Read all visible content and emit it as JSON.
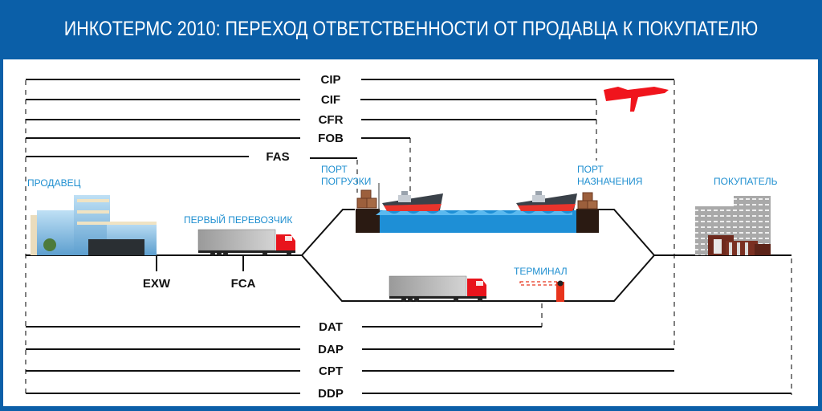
{
  "header": {
    "title": "ИНКОТЕРМС 2010: ПЕРЕХОД ОТВЕТСТВЕННОСТИ ОТ ПРОДАВЦА К ПОКУПАТЕЛЮ"
  },
  "colors": {
    "header_bg": "#0b5fa8",
    "label_blue": "#1f8fd0",
    "accent_red": "#e8141c",
    "water": "#1e8fd6"
  },
  "terms_top": [
    {
      "code": "CIP",
      "endpoint": "buyer-boundary"
    },
    {
      "code": "CIF",
      "endpoint": "port-of-destination"
    },
    {
      "code": "CFR",
      "endpoint": "port-of-destination"
    },
    {
      "code": "FOB",
      "endpoint": "on-board-vessel"
    },
    {
      "code": "FAS",
      "endpoint": "alongside-vessel"
    }
  ],
  "terms_mid": [
    {
      "code": "EXW",
      "endpoint": "seller-premises"
    },
    {
      "code": "FCA",
      "endpoint": "first-carrier"
    }
  ],
  "terms_bottom": [
    {
      "code": "DAT",
      "endpoint": "terminal"
    },
    {
      "code": "DAP",
      "endpoint": "buyer-boundary"
    },
    {
      "code": "CPT",
      "endpoint": "buyer-boundary"
    },
    {
      "code": "DDP",
      "endpoint": "buyer-premises"
    }
  ],
  "labels": {
    "seller": "ПРОДАВЕЦ",
    "first_carrier": "ПЕРВЫЙ ПЕРЕВОЗЧИК",
    "port_loading_1": "ПОРТ",
    "port_loading_2": "ПОГРУЗКИ",
    "port_dest_1": "ПОРТ",
    "port_dest_2": "НАЗНАЧЕНИЯ",
    "buyer": "ПОКУПАТЕЛЬ",
    "terminal": "ТЕРМИНАЛ"
  },
  "icons": {
    "seller_building": "office-building-icon",
    "buyer_building": "apartment-building-icon",
    "truck": "truck-icon",
    "ship": "cargo-ship-icon",
    "plane": "airplane-icon",
    "cargo": "cargo-boxes-icon",
    "barrier": "boom-barrier-icon"
  }
}
